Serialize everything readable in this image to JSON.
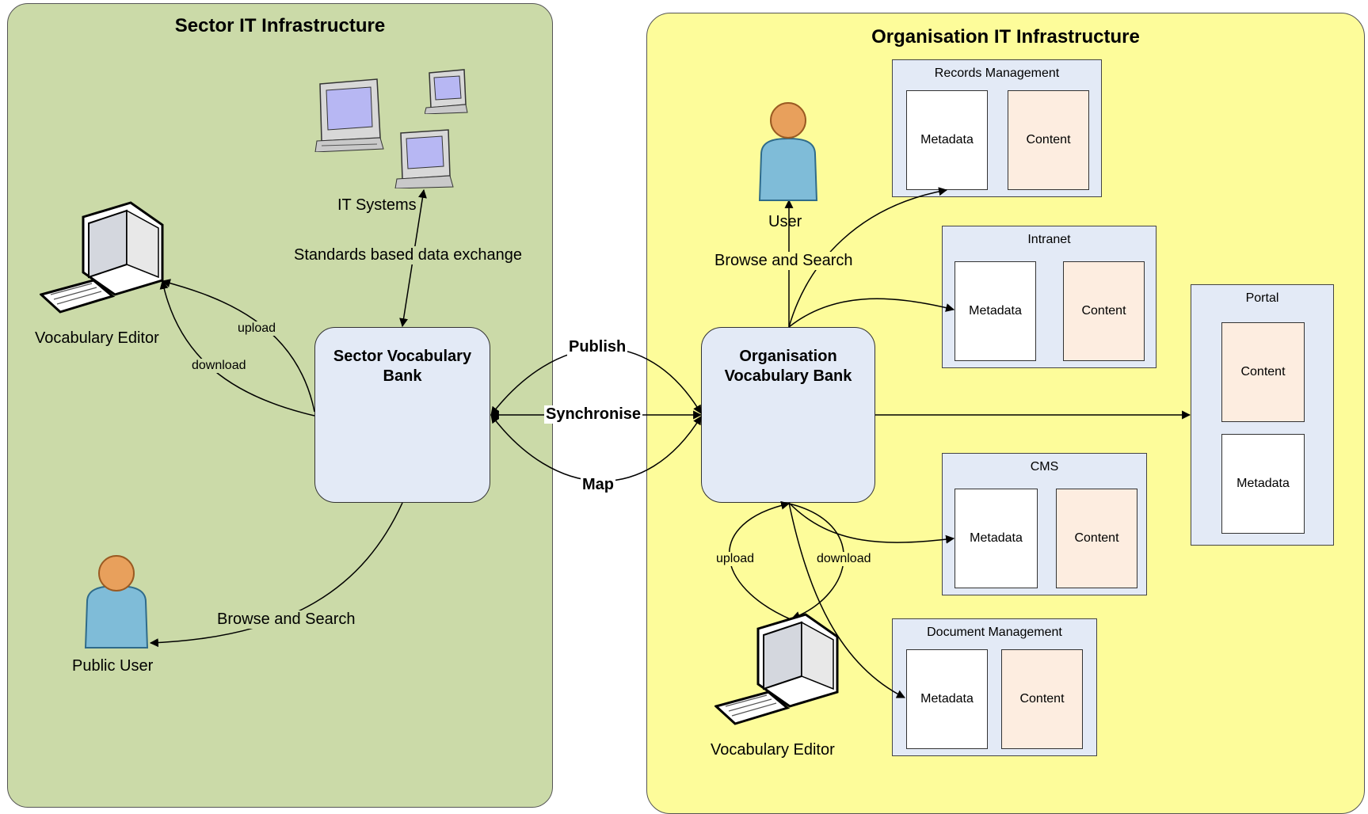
{
  "sector": {
    "title": "Sector IT Infrastructure",
    "bank_label": "Sector Vocabulary Bank",
    "it_systems": "IT Systems",
    "data_exchange": "Standards based data exchange",
    "vocab_editor": "Vocabulary Editor",
    "upload": "upload",
    "download": "download",
    "public_user": "Public User",
    "browse_search": "Browse and Search"
  },
  "links": {
    "publish": "Publish",
    "synchronise": "Synchronise",
    "map": "Map"
  },
  "org": {
    "title": "Organisation IT Infrastructure",
    "bank_label": "Organisation Vocabulary Bank",
    "user": "User",
    "browse_search": "Browse and Search",
    "upload": "upload",
    "download": "download",
    "vocab_editor": "Vocabulary Editor",
    "systems": {
      "records": {
        "title": "Records Management",
        "metadata": "Metadata",
        "content": "Content"
      },
      "intranet": {
        "title": "Intranet",
        "metadata": "Metadata",
        "content": "Content"
      },
      "cms": {
        "title": "CMS",
        "metadata": "Metadata",
        "content": "Content"
      },
      "docs": {
        "title": "Document Management",
        "metadata": "Metadata",
        "content": "Content"
      },
      "portal": {
        "title": "Portal",
        "content": "Content",
        "metadata": "Metadata"
      }
    }
  },
  "colors": {
    "sector_bg": "#cbdaa8",
    "org_bg": "#fdfc9a",
    "bank_bg": "#e3eaf6",
    "content_bg": "#fdede0"
  },
  "icons": [
    "computer-icon",
    "monitor-keyboard-icon",
    "user-icon"
  ]
}
